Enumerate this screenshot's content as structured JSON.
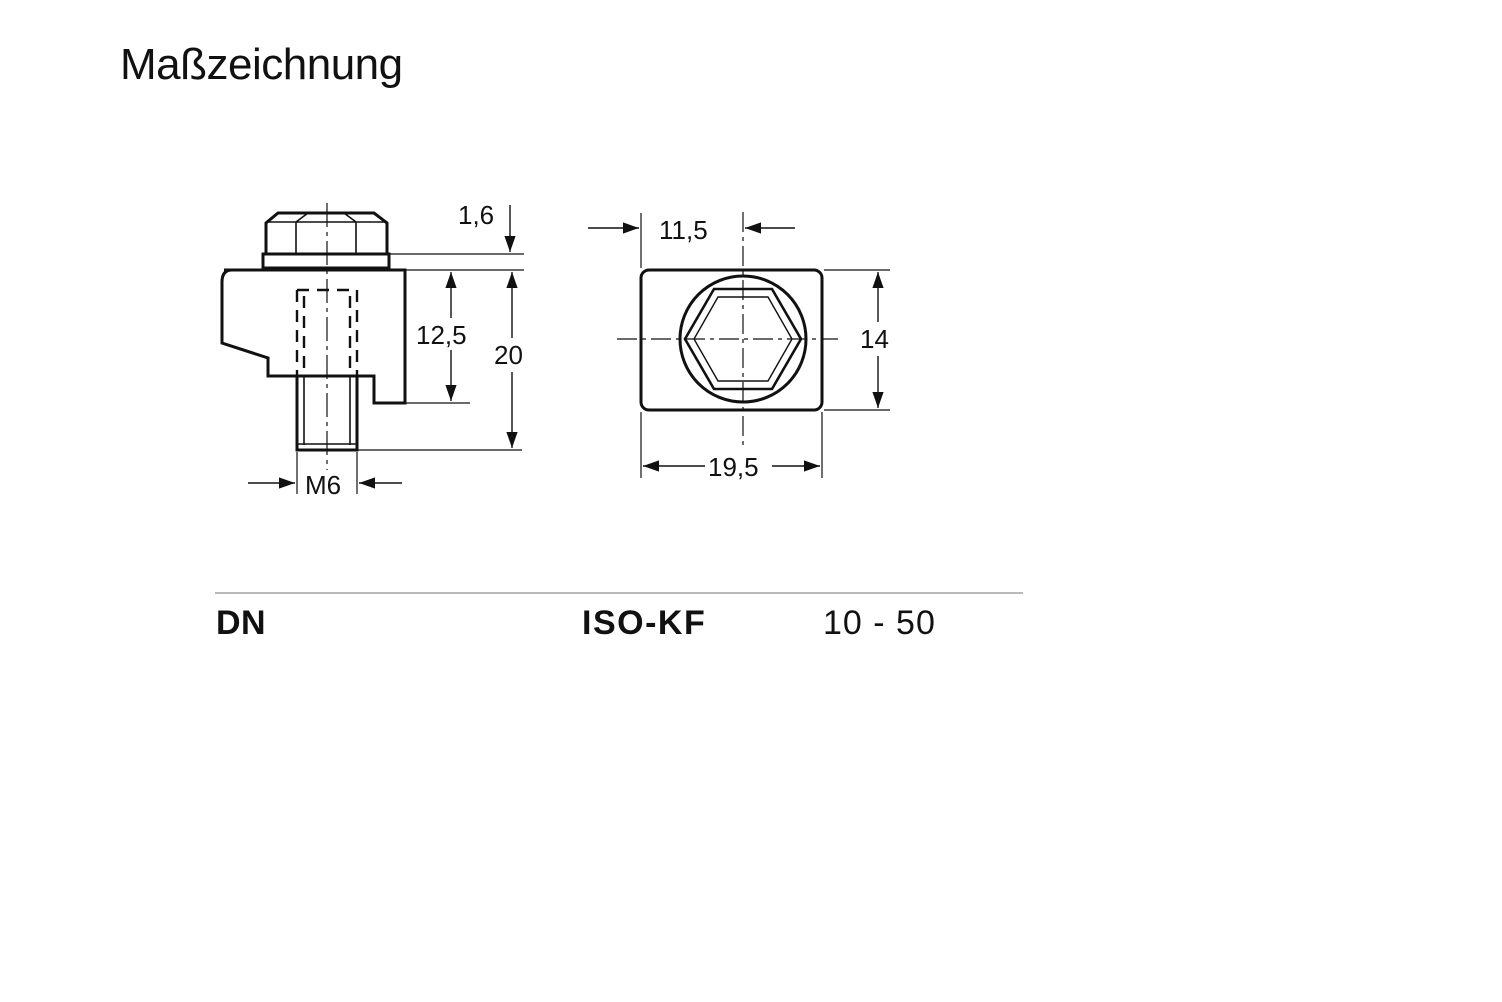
{
  "title": "Maßzeichnung",
  "dimensions": {
    "flange_thickness": "1,6",
    "clamp_height": "12,5",
    "total_height": "20",
    "thread": "M6",
    "top_offset": "11,5",
    "body_height": "14",
    "body_width": "19,5"
  },
  "spec": {
    "label": "DN",
    "type": "ISO-KF",
    "range": "10 - 50"
  }
}
